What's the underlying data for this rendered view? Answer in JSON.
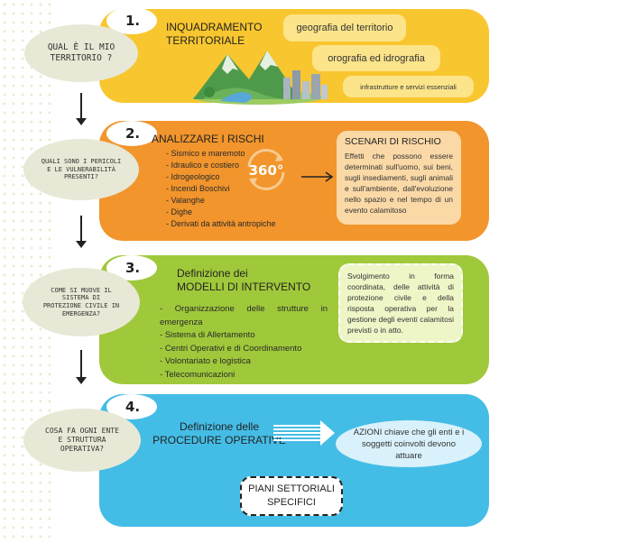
{
  "colors": {
    "step1": "#f8c62f",
    "step2": "#f2952c",
    "step3": "#9fc93a",
    "step4": "#44bde6",
    "bubble": "#e8e8d6"
  },
  "steps": [
    {
      "number": "1.",
      "title_line1": "INQUADRAMENTO",
      "title_line2": "TERRITORIALE",
      "question": [
        "QUAL È IL MIO",
        "TERRITORIO ?"
      ],
      "tags": [
        "geografia del territorio",
        "orografia ed idrografia",
        "infrastrutture e servizi essenziali"
      ],
      "illustration": "landscape-illustration"
    },
    {
      "number": "2.",
      "title": "ANALIZZARE I RISCHI",
      "question": [
        "QUALI SONO I PERICOLI",
        "E LE VULNERABILITÀ",
        "PRESENTI?"
      ],
      "risks": [
        "Sismico e maremoto",
        "Idraulico e costiero",
        "Idrogeologico",
        "Incendi Boschivi",
        "Valanghe",
        "Dighe",
        "Derivati da attività antropiche"
      ],
      "badge": "360°",
      "scenario_title": "SCENARI DI RISCHIO",
      "scenario_text": "Effetti che possono essere determinati sull'uomo, sui beni, sugli insediamenti, sugli animali e sull'ambiente, dall'evoluzione nello spazio e nel tempo di un evento calamitoso"
    },
    {
      "number": "3.",
      "title_line1": "Definizione dei",
      "title_line2": "MODELLI DI INTERVENTO",
      "question": [
        "COME SI MUOVE IL",
        "SISTEMA DI",
        "PROTEZIONE CIVILE IN",
        "EMERGENZA?"
      ],
      "items": [
        "Organizzazione delle strutture in emergenza",
        "Sistema di Allertamento",
        "Centri Operativi e di Coordinamento",
        "Volontariato e logistica",
        "Telecomunicazioni"
      ],
      "note": "Svolgimento in forma coordinata, delle attività di protezione civile e della risposta operativa per la gestione degli eventi calamitosi previsti o in atto."
    },
    {
      "number": "4.",
      "title_line1": "Definizione delle",
      "title_line2": "PROCEDURE OPERATIVE",
      "question": [
        "COSA FA OGNI ENTE",
        "E STRUTTURA",
        "OPERATIVA?"
      ],
      "actions": "AZIONI chiave che gli enti e i soggetti coinvolti devono attuare",
      "plans_line1": "PIANI SETTORIALI",
      "plans_line2": "SPECIFICI"
    }
  ]
}
